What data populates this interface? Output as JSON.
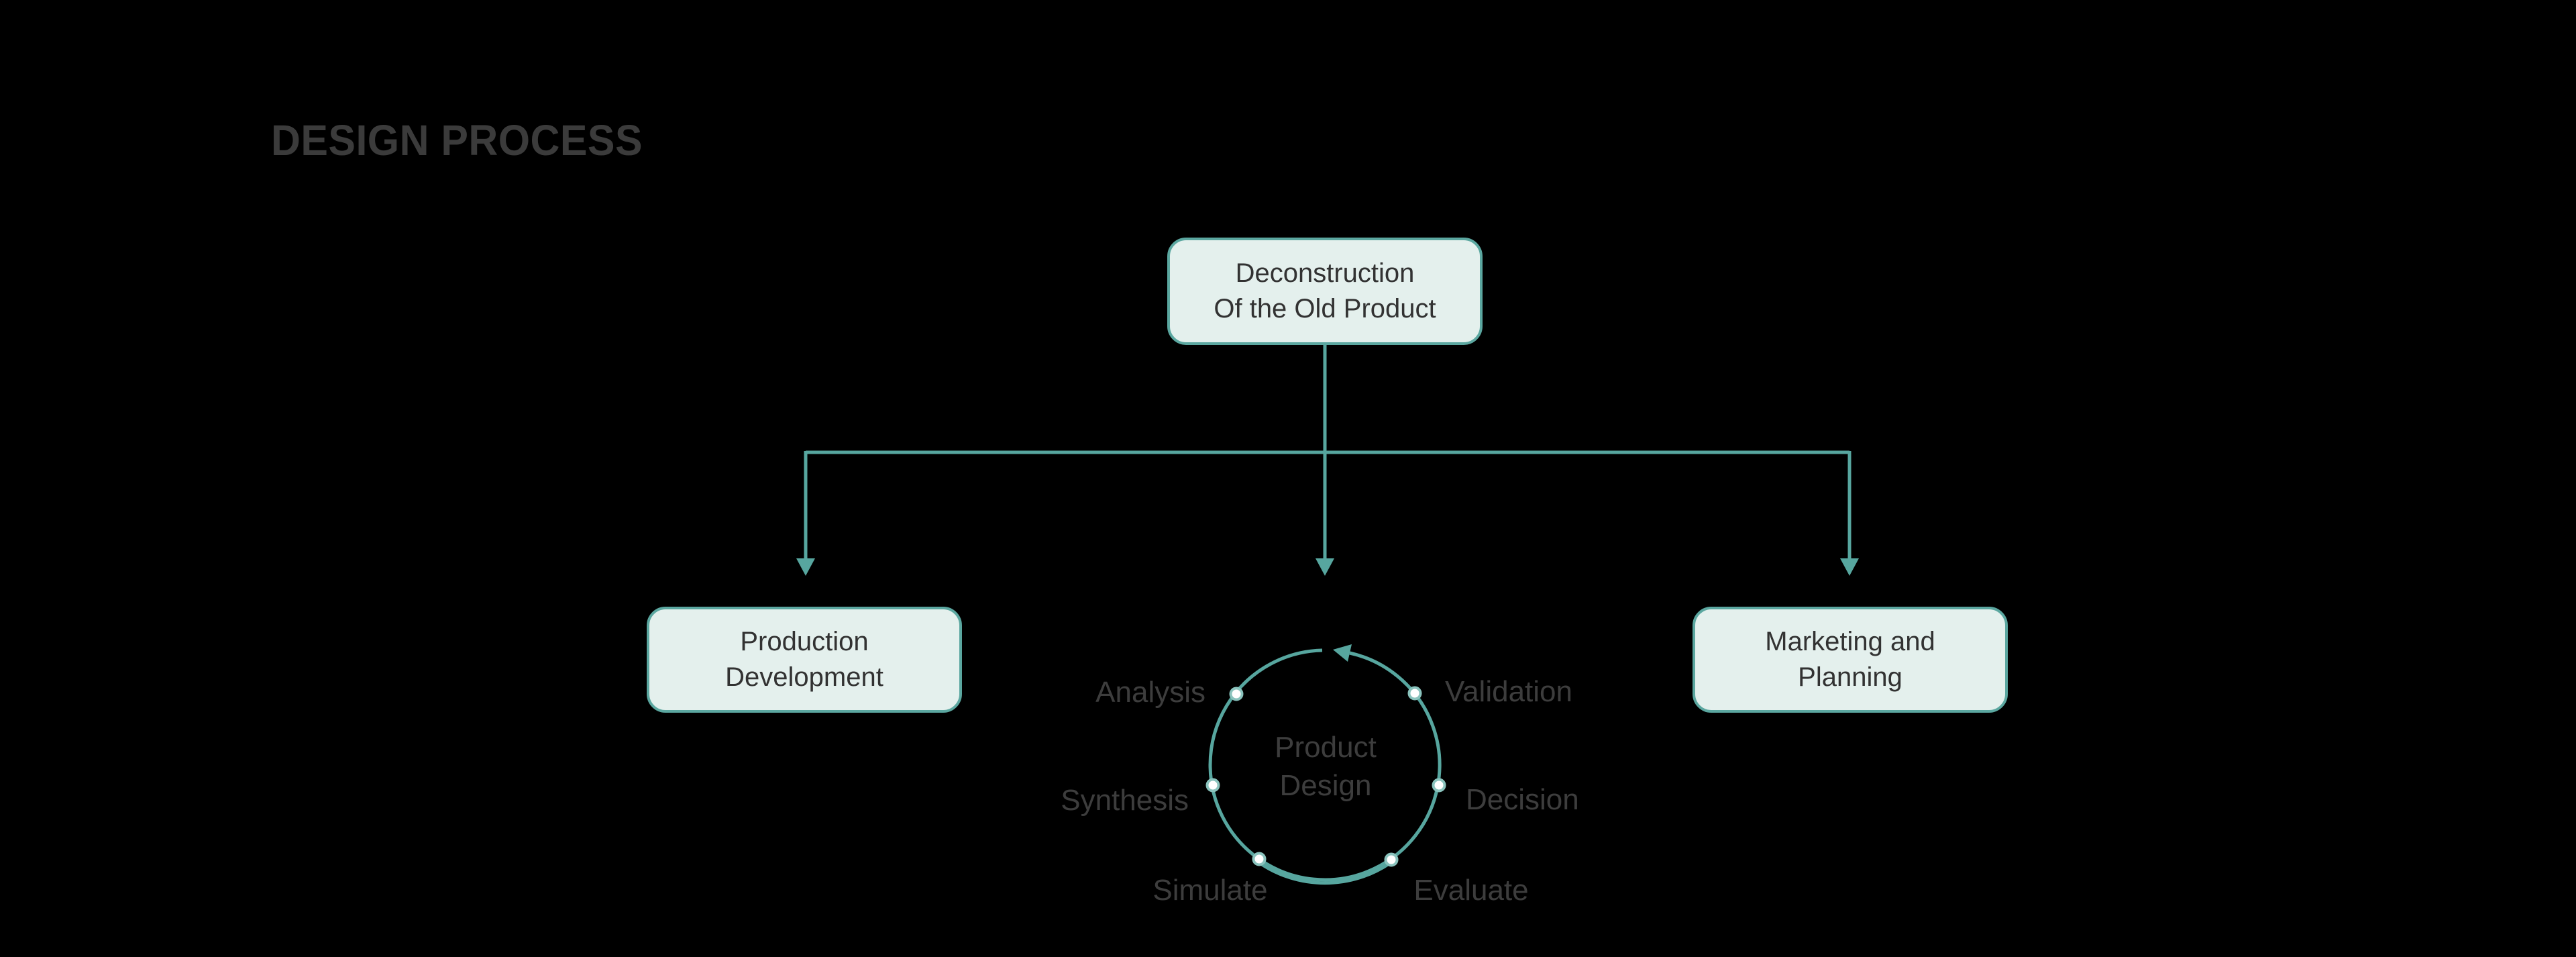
{
  "title": "DESIGN PROCESS",
  "colors": {
    "background": "#000000",
    "accent_teal": "#57A69F",
    "box_fill": "#E4F0ED",
    "box_border": "#5BA7A0",
    "dot_ring": "#8AC3BD",
    "dot_fill": "#FFFFFF",
    "title_text": "#3B3B3B",
    "label_text": "#3D3D3D",
    "box_text": "#323232"
  },
  "nodes": {
    "top": {
      "line1": "Deconstruction",
      "line2": "Of the Old Product"
    },
    "left": {
      "line1": "Production",
      "line2": "Development"
    },
    "right": {
      "line1": "Marketing and",
      "line2": "Planning"
    }
  },
  "cycle": {
    "center": [
      "Product",
      "Design"
    ],
    "steps": [
      "Analysis",
      "Validation",
      "Synthesis",
      "Decision",
      "Simulate",
      "Evaluate"
    ]
  }
}
